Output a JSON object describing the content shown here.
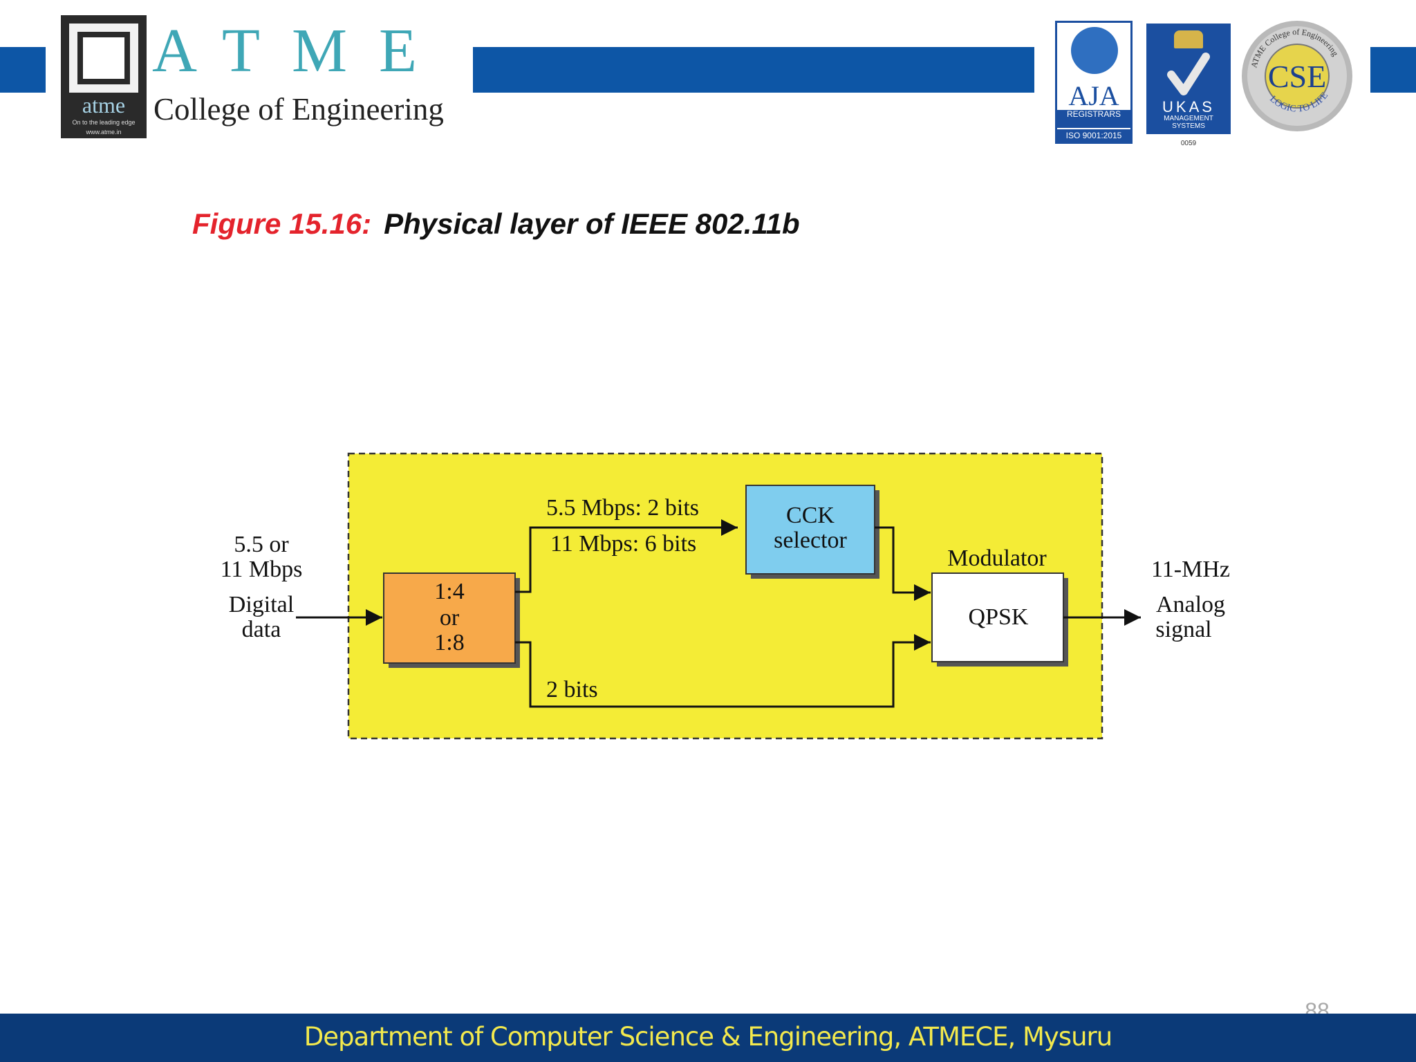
{
  "header": {
    "brand_letters": "ATME",
    "brand_sub": "College of Engineering",
    "logo_word": "atme",
    "logo_tagline": "On to the leading edge",
    "logo_url": "www.atme.in",
    "badge_aja_word": "AJA",
    "badge_aja_strip": "REGISTRARS",
    "badge_aja_iso": "ISO 9001:2015",
    "badge_ukas_word": "UKAS",
    "badge_ukas_sub": "MANAGEMENT SYSTEMS",
    "badge_ukas_num": "0059",
    "badge_cse_word": "CSE",
    "badge_cse_ring_top": "ATME College of Engineering",
    "badge_cse_ring_bottom": "LOGIC TO LIFE"
  },
  "figure": {
    "number": "Figure 15.16:",
    "title": "Physical layer of IEEE 802.11b"
  },
  "diagram": {
    "input_label_1": "5.5 or",
    "input_label_2": "11 Mbps",
    "input_label_3": "Digital",
    "input_label_4": "data",
    "splitter_1": "1:4",
    "splitter_2": "or",
    "splitter_3": "1:8",
    "top_path_1": "5.5 Mbps: 2 bits",
    "top_path_2": "11 Mbps: 6 bits",
    "cck_1": "CCK",
    "cck_2": "selector",
    "modulator_label": "Modulator",
    "qpsk": "QPSK",
    "bottom_path": "2 bits",
    "output_label_1": "11-MHz",
    "output_label_2": "Analog",
    "output_label_3": "signal"
  },
  "footer": {
    "text": "Department of Computer Science & Engineering, ATMECE, Mysuru",
    "page_number": "88"
  },
  "colors": {
    "band_blue": "#0d56a6",
    "footer_blue": "#0b3a78",
    "footer_text": "#f3e94d",
    "figure_red": "#e4232c",
    "panel_yellow": "#f4ec36",
    "splitter_orange": "#f7a94a",
    "cck_blue": "#7fcdee",
    "brand_teal": "#3fa7b6"
  }
}
